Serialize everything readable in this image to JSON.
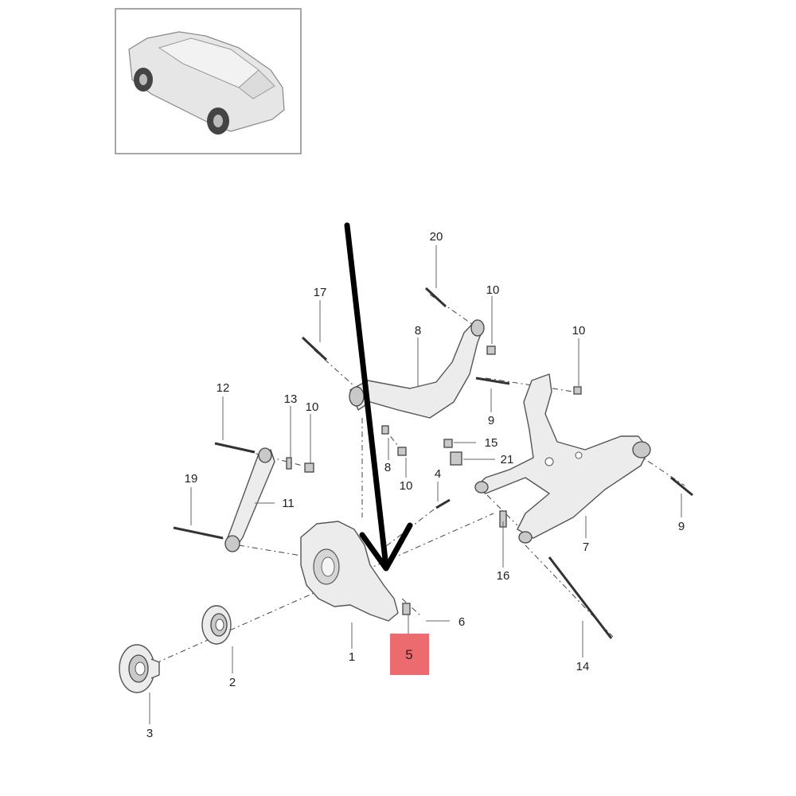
{
  "diagram": {
    "thumbnail": {
      "icon": "car-silhouette-icon"
    },
    "highlight_color": "#ec6b6e",
    "arrow_color": "#000000",
    "callouts": {
      "c1": "1",
      "c2": "2",
      "c3": "3",
      "c4": "4",
      "c5": "5",
      "c6": "6",
      "c7": "7",
      "c8": "8",
      "c8b": "8",
      "c9a": "9",
      "c9b": "9",
      "c10a": "10",
      "c10b": "10",
      "c10c": "10",
      "c10d": "10",
      "c11": "11",
      "c12": "12",
      "c13": "13",
      "c14": "14",
      "c15": "15",
      "c16": "16",
      "c17": "17",
      "c19": "19",
      "c20": "20",
      "c21": "21"
    }
  }
}
